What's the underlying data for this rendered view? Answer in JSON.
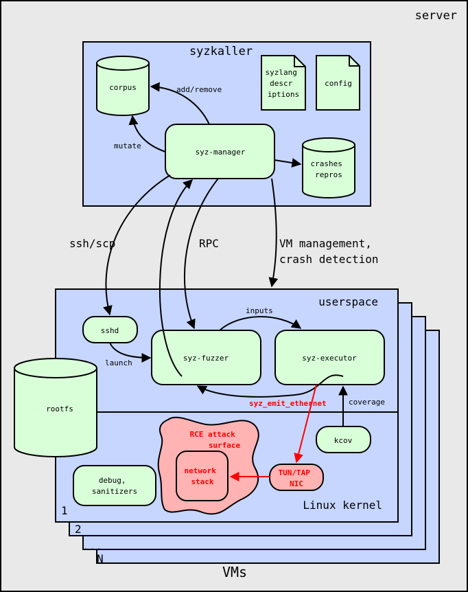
{
  "colors": {
    "server_bg": "#e9e9e9",
    "panel_blue": "#c6d6ff",
    "node_green": "#d9ffd9",
    "attack_red": "#ffb3b3",
    "red": "#ff0000"
  },
  "server": {
    "label": "server"
  },
  "syzkaller": {
    "title": "syzkaller",
    "corpus": "corpus",
    "syzlang_lines": [
      "syzlang",
      "descr",
      "iptions"
    ],
    "config": "config",
    "syz_manager": "syz-manager",
    "crashes_lines": [
      "crashes",
      "repros"
    ]
  },
  "edges": {
    "add_remove": "add/remove",
    "mutate": "mutate",
    "ssh_scp": "ssh/scp",
    "rpc": "RPC",
    "vm_mgmt_lines": [
      "VM management,",
      "crash detection"
    ],
    "inputs": "inputs",
    "launch": "launch",
    "coverage": "coverage",
    "syz_emit_ethernet": "syz_emit_ethernet"
  },
  "vm": {
    "userspace": "userspace",
    "sshd": "sshd",
    "syz_fuzzer": "syz-fuzzer",
    "syz_executor": "syz-executor",
    "rootfs": "rootfs",
    "kcov": "kcov",
    "rce_lines": [
      "RCE attack",
      "surface"
    ],
    "network_stack_lines": [
      "network",
      "stack"
    ],
    "tun_tap_lines": [
      "TUN/TAP",
      "NIC"
    ],
    "debug_lines": [
      "debug,",
      "sanitizers"
    ],
    "linux_kernel": "Linux kernel",
    "index_1": "1",
    "index_2": "2",
    "index_dots": "...",
    "index_n": "N",
    "vms": "VMs"
  }
}
